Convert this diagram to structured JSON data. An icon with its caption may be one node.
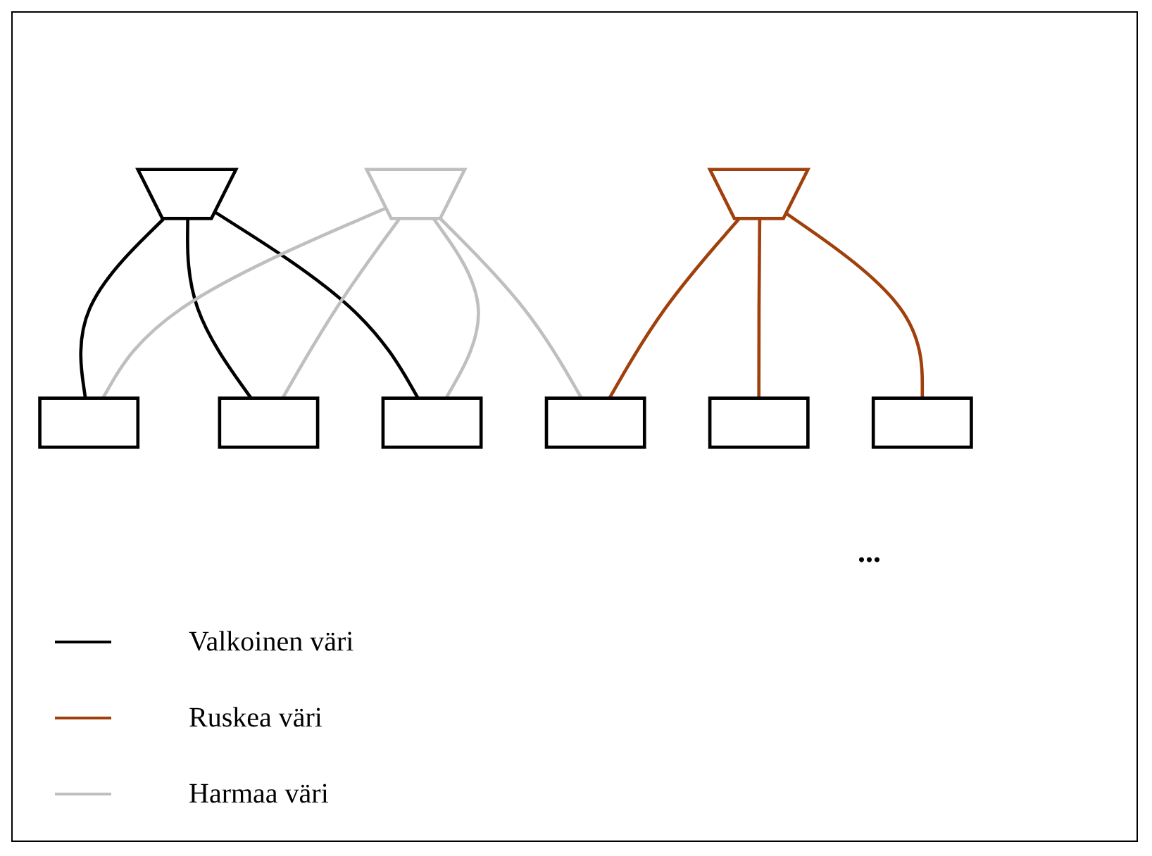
{
  "diagram": {
    "nodes": [
      {
        "text": [],
        "shape": "funnel"
      },
      {
        "text": [],
        "shape": "funnel"
      },
      {
        "text": [],
        "shape": "funnel"
      },
      {
        "text": [],
        "shape": "box"
      },
      {
        "text": [],
        "shape": "box"
      },
      {
        "text": [],
        "shape": "box"
      },
      {
        "text": [],
        "shape": "box"
      },
      {
        "text": [],
        "shape": "box"
      },
      {
        "text": [],
        "shape": "box"
      }
    ],
    "edges": [
      {
        "from": 0,
        "to": 3,
        "arrow": "none",
        "color": "#000000"
      },
      {
        "from": 0,
        "to": 4,
        "arrow": "none",
        "color": "#000000"
      },
      {
        "from": 0,
        "to": 5,
        "arrow": "none",
        "color": "#000000"
      },
      {
        "from": 1,
        "to": 3,
        "arrow": "none",
        "color": "#bfbfbf"
      },
      {
        "from": 1,
        "to": 4,
        "arrow": "none",
        "color": "#bfbfbf"
      },
      {
        "from": 1,
        "to": 5,
        "arrow": "none",
        "color": "#bfbfbf"
      },
      {
        "from": 1,
        "to": 6,
        "arrow": "none",
        "color": "#bfbfbf"
      },
      {
        "from": 2,
        "to": 6,
        "arrow": "none",
        "color": "#a0410d"
      },
      {
        "from": 2,
        "to": 7,
        "arrow": "none",
        "color": "#a0410d"
      },
      {
        "from": 2,
        "to": 8,
        "arrow": "none",
        "color": "#a0410d"
      }
    ],
    "labels": [
      "..."
    ],
    "legend": [
      {
        "text": "Valkoinen väri",
        "color": "#000000"
      },
      {
        "text": "Ruskea väri",
        "color": "#a0410d"
      },
      {
        "text": "Harmaa väri",
        "color": "#bfbfbf"
      }
    ]
  }
}
